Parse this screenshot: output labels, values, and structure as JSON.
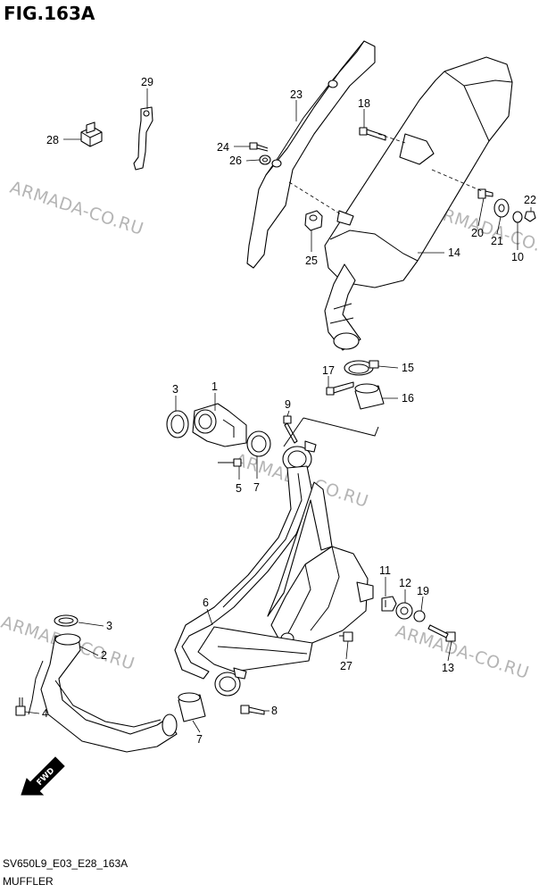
{
  "figure": {
    "title": "FIG.163A",
    "code": "SV650L9_E03_E28_163A",
    "name": "MUFFLER",
    "fwd_label": "FWD"
  },
  "watermarks": [
    "ARMADA-CO.RU",
    "ARMADA-CO.RU",
    "ARMADA-CO.RU",
    "ARMADA-CO.RU",
    "ARMADA-CO.RU"
  ],
  "callouts": {
    "c29": "29",
    "c28": "28",
    "c23": "23",
    "c18": "18",
    "c24": "24",
    "c26": "26",
    "c25": "25",
    "c14": "14",
    "c22": "22",
    "c20": "20",
    "c21": "21",
    "c10": "10",
    "c17": "17",
    "c15": "15",
    "c16": "16",
    "c3a": "3",
    "c1": "1",
    "c9": "9",
    "c5": "5",
    "c7a": "7",
    "c6": "6",
    "c3b": "3",
    "c2": "2",
    "c4": "4",
    "c7b": "7",
    "c8": "8",
    "c11": "11",
    "c12": "12",
    "c19": "19",
    "c27": "27",
    "c13": "13"
  }
}
